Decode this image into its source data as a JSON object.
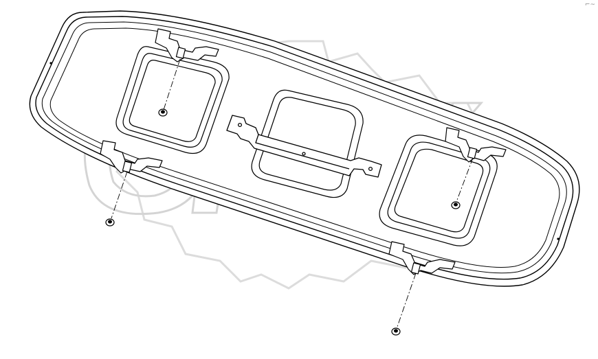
{
  "watermark": {
    "text": "OPEX",
    "color": "#e6e6e6"
  },
  "diagram": {
    "line_color": "#000000",
    "fill_color": "#ffffff",
    "parts": [
      "rear-panel",
      "left-recess",
      "center-recess",
      "right-recess",
      "center-bracket",
      "mounting-clip",
      "fastener-nut",
      "assembly-axis"
    ]
  },
  "corner_mark": "⌐~"
}
